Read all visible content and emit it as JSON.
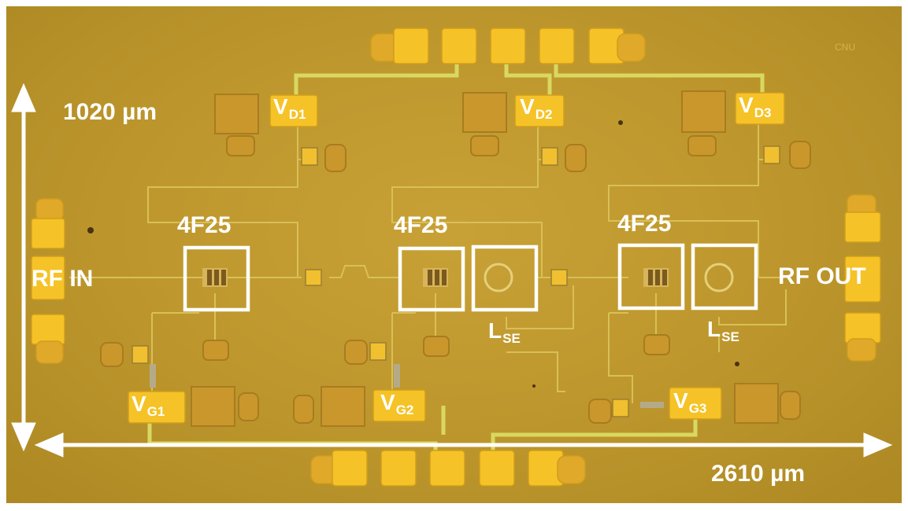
{
  "labels": {
    "height_dim": "1020 µm",
    "width_dim": "2610 µm",
    "rf_in": "RF IN",
    "rf_out": "RF OUT",
    "chip_mark": "CNU",
    "transistor": "4F25",
    "inductor_main": "L",
    "inductor_sub": "SE",
    "drain_main": "V",
    "drain_subs": [
      "D1",
      "D2",
      "D3"
    ],
    "gate_main": "V",
    "gate_subs": [
      "G1",
      "G2",
      "G3"
    ]
  },
  "colors": {
    "substrate": "#bc962c",
    "pad": "#f2c32a",
    "trace": "#d2d25a",
    "annotation": "#ffffff"
  }
}
